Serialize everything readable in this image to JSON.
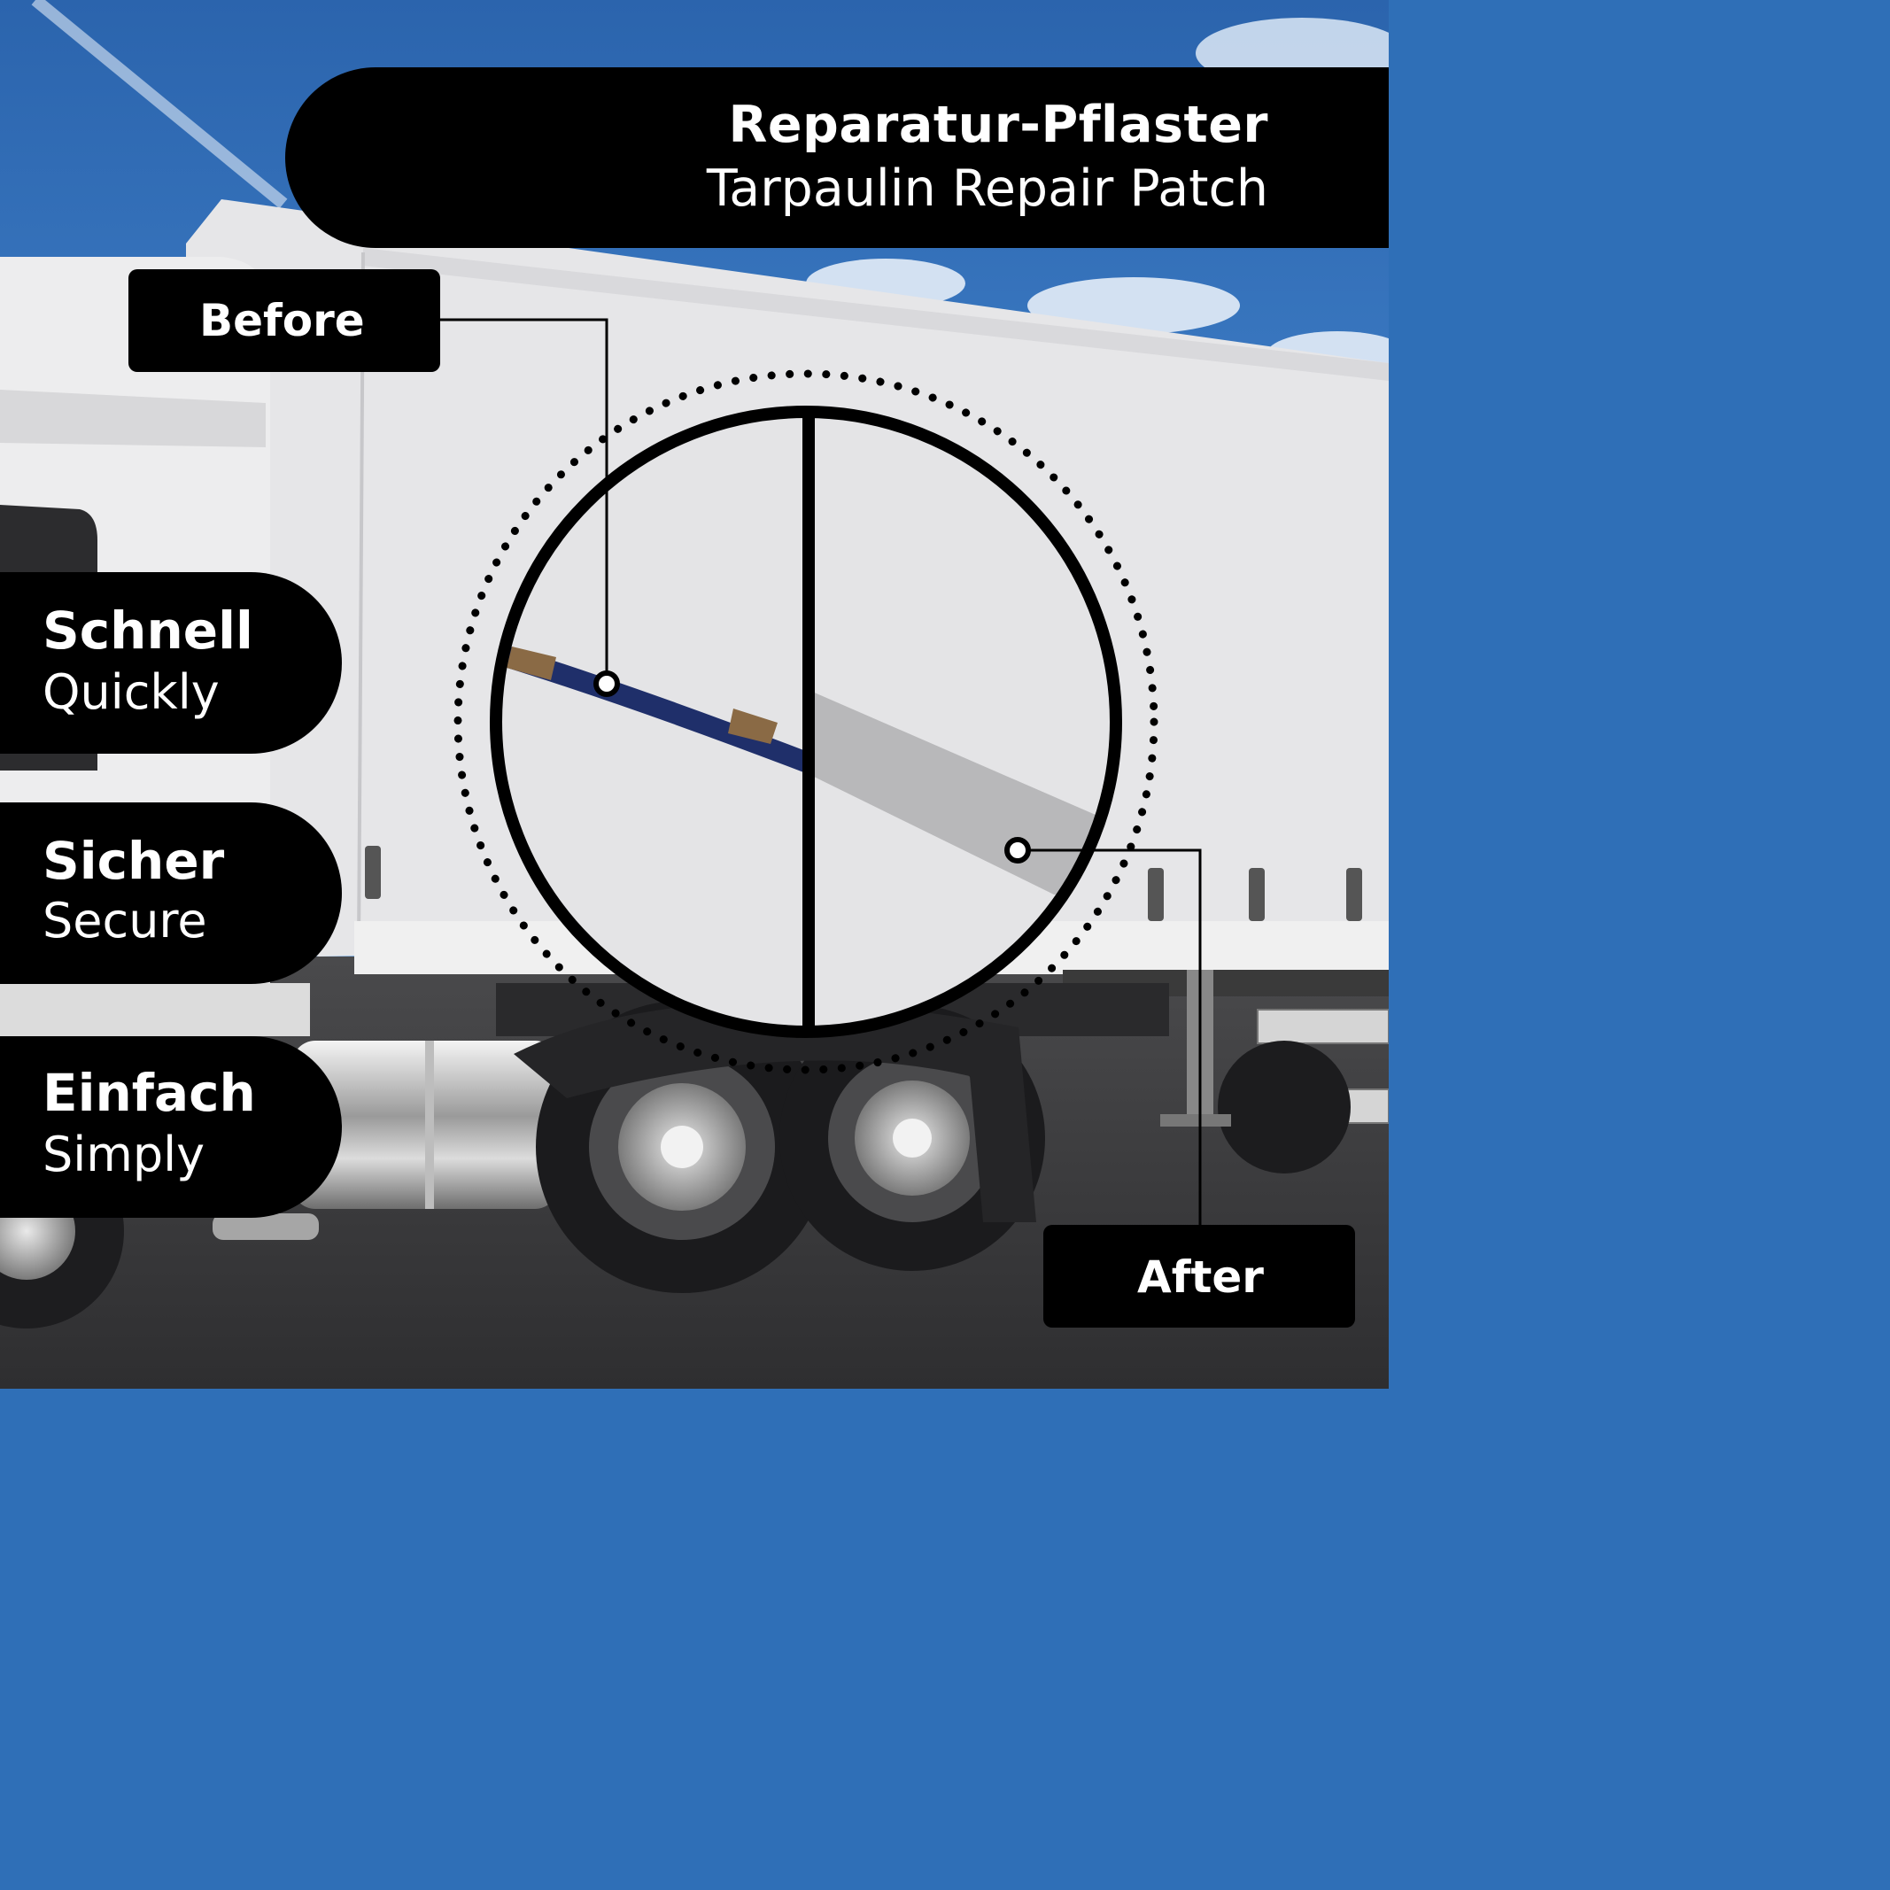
{
  "header": {
    "title_de": "Reparatur-Pflaster",
    "title_en": "Tarpaulin Repair Patch"
  },
  "callouts": {
    "before": "Before",
    "after": "After"
  },
  "features": [
    {
      "de": "Schnell",
      "en": "Quickly"
    },
    {
      "de": "Sicher",
      "en": "Secure"
    },
    {
      "de": "Einfach",
      "en": "Simply"
    }
  ],
  "colors": {
    "sky": "#2f6fb7",
    "tarp": "#e6e6e8",
    "panel": "#000000",
    "text": "#ffffff",
    "strap": "#1f2f6a",
    "patch": "#b8b8ba"
  }
}
